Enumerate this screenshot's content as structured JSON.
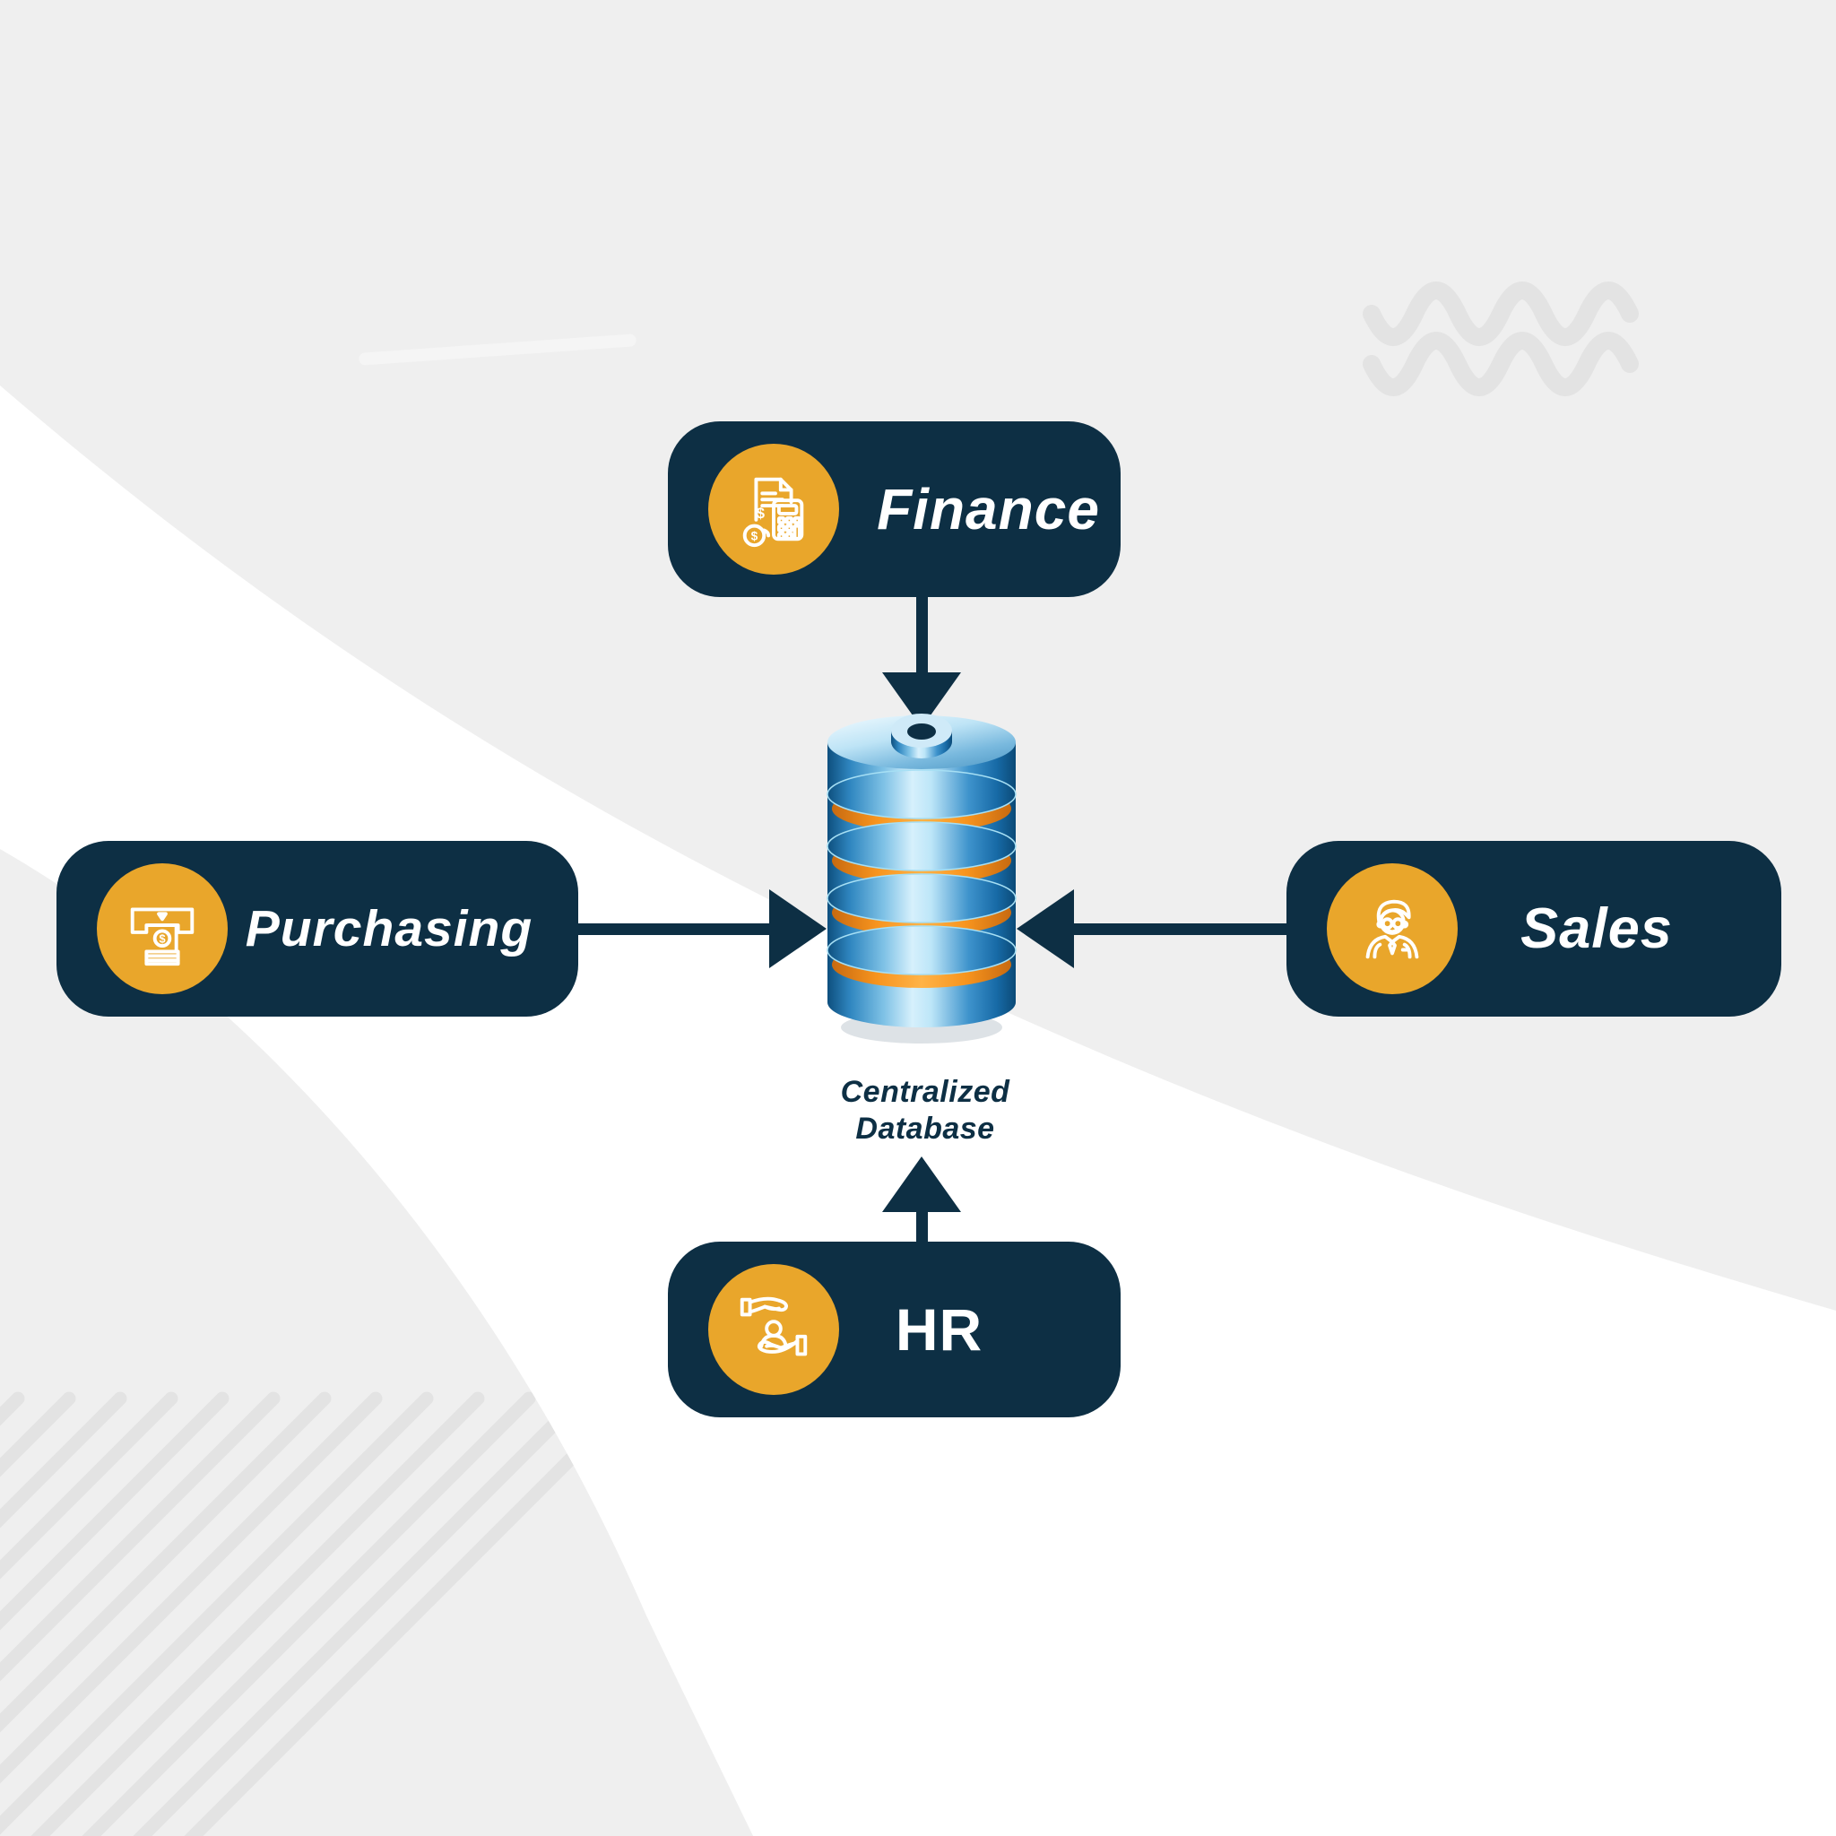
{
  "diagram": {
    "title": "Centralized Database diagram",
    "center": {
      "label": "Centralized Database",
      "label_line1": "Centralized",
      "label_line2": "Database",
      "illustration": "database-cylinder-stack"
    },
    "nodes": [
      {
        "id": "finance",
        "label": "Finance",
        "icon": "finance-document-calculator-icon"
      },
      {
        "id": "purchasing",
        "label": "Purchasing",
        "icon": "cash-dispenser-icon"
      },
      {
        "id": "sales",
        "label": "Sales",
        "icon": "salesperson-icon"
      },
      {
        "id": "hr",
        "label": "HR",
        "icon": "hands-care-person-icon"
      }
    ],
    "connections": [
      {
        "from": "finance",
        "to": "centralized-database",
        "direction": "down"
      },
      {
        "from": "purchasing",
        "to": "centralized-database",
        "direction": "right"
      },
      {
        "from": "sales",
        "to": "centralized-database",
        "direction": "left"
      },
      {
        "from": "hr",
        "to": "centralized-database",
        "direction": "up"
      }
    ],
    "decorations": [
      "wavy-lines-top-right",
      "diagonal-stripes-bottom-left",
      "white-swoosh-background"
    ],
    "colors": {
      "navy": "#0D2F44",
      "yellow": "#E9A62B",
      "orange_ring": "#F7941E",
      "database_blue": "#1B75BB",
      "background_gray": "#EFEFEF",
      "decoration_gray": "#E3E3E3",
      "white": "#FFFFFF"
    }
  }
}
